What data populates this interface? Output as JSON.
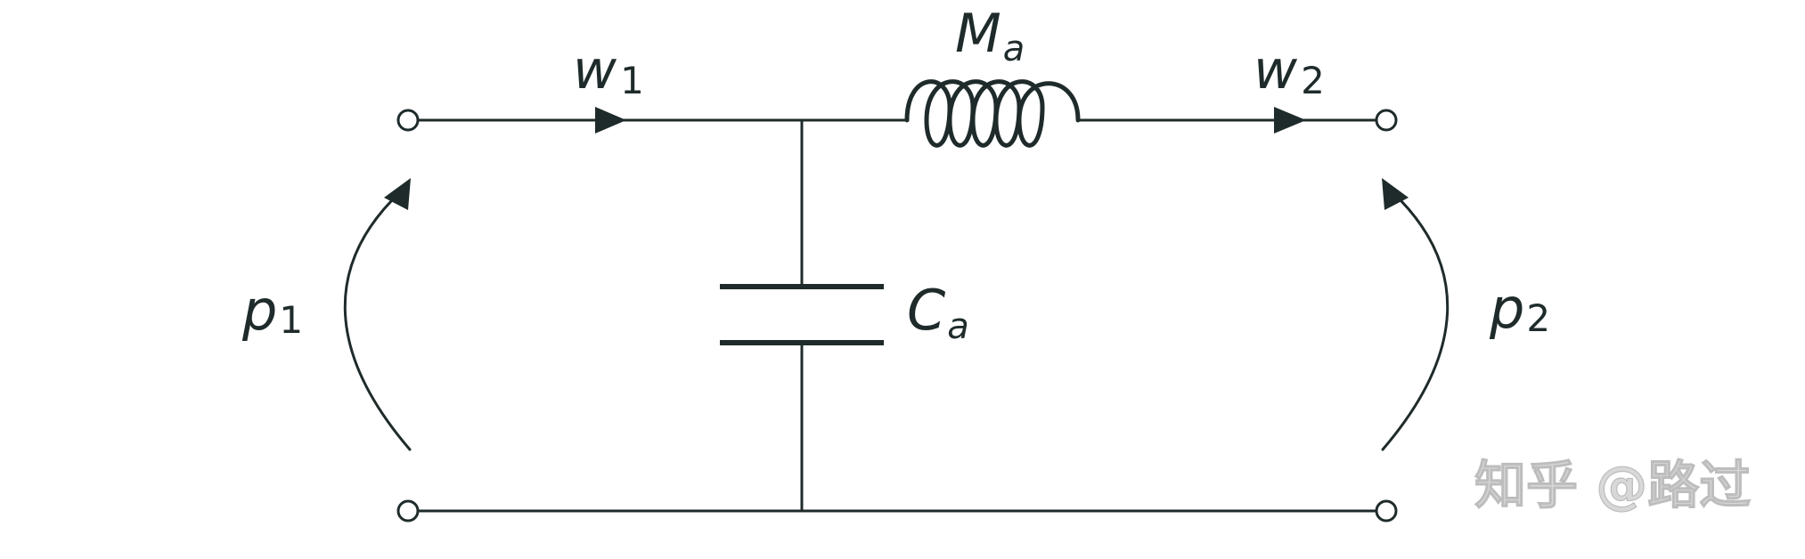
{
  "labels": {
    "w1": {
      "main": "w",
      "sub": "1"
    },
    "w2": {
      "main": "w",
      "sub": "2"
    },
    "ma": {
      "main": "M",
      "sub": "a"
    },
    "ca": {
      "main": "C",
      "sub": "a"
    },
    "p1": {
      "main": "p",
      "sub": "1"
    },
    "p2": {
      "main": "p",
      "sub": "2"
    }
  },
  "watermark": "知乎 @路过",
  "colors": {
    "ink": "#1f2b2b",
    "watermark": "#d8d8d8"
  }
}
